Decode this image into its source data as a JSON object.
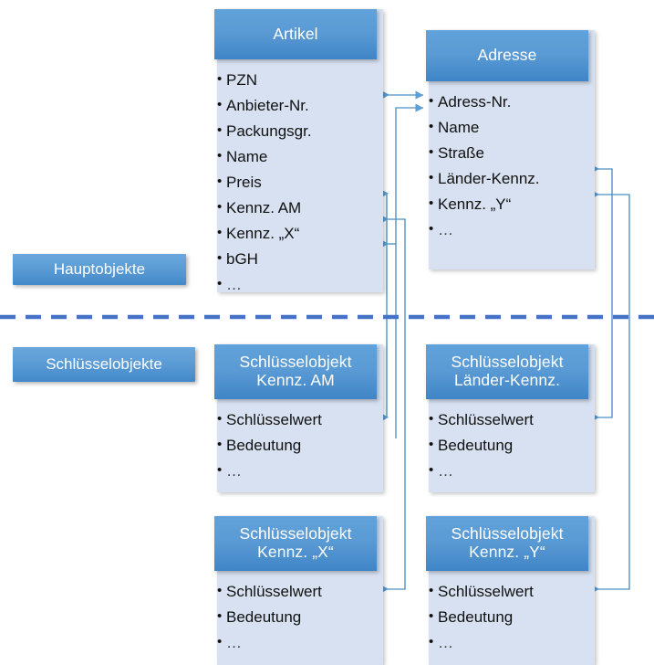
{
  "diagram": {
    "title": "Hauptobjekte und Schluesselobjekte Datenmodell",
    "colors": {
      "header_blue": "#5B9BD5",
      "body_fill": "#D7E1F1",
      "connector_blue": "#4A8FC4",
      "divider_blue": "#4472C4",
      "text_dark": "#111111",
      "text_light": "#FFFFFF",
      "background": "#FFFFFF"
    },
    "legend": [
      {
        "label": "Hauptobjekte",
        "name": "legend-hauptobjekte"
      },
      {
        "label": "Schlüsselobjekte",
        "name": "legend-schluesselobjekte"
      }
    ],
    "divider": {
      "style": "dashed",
      "orientation": "horizontal",
      "color": "#4472C4"
    },
    "entities": [
      {
        "id": "artikel",
        "title_lines": [
          "Artikel"
        ],
        "fields": [
          "PZN",
          "Anbieter-Nr.",
          "Packungsgr.",
          "Name",
          "Preis",
          "Kennz. AM",
          "Kennz. „X“",
          "bGH",
          "…"
        ]
      },
      {
        "id": "adresse",
        "title_lines": [
          "Adresse"
        ],
        "fields": [
          "Adress-Nr.",
          "Name",
          "Straße",
          "Länder-Kennz.",
          "Kennz. „Y“",
          "…"
        ]
      },
      {
        "id": "schluesselobjekt-kennz-am",
        "title_lines": [
          "Schlüsselobjekt",
          "Kennz. AM"
        ],
        "fields": [
          "Schlüsselwert",
          "Bedeutung",
          "…"
        ]
      },
      {
        "id": "schluesselobjekt-laender-kennz",
        "title_lines": [
          "Schlüsselobjekt",
          "Länder-Kennz."
        ],
        "fields": [
          "Schlüsselwert",
          "Bedeutung",
          "…"
        ]
      },
      {
        "id": "schluesselobjekt-kennz-x",
        "title_lines": [
          "Schlüsselobjekt",
          "Kennz. „X“"
        ],
        "fields": [
          "Schlüsselwert",
          "Bedeutung",
          "…"
        ]
      },
      {
        "id": "schluesselobjekt-kennz-y",
        "title_lines": [
          "Schlüsselobjekt",
          "Kennz. „Y“"
        ],
        "fields": [
          "Schlüsselwert",
          "Bedeutung",
          "…"
        ]
      }
    ],
    "connectors": [
      {
        "name": "connector-artikel-anbieternr-adresse-adressnr",
        "from": "Artikel.Anbieter-Nr.",
        "to": "Adresse.Adress-Nr.",
        "arrows": "both"
      },
      {
        "name": "connector-adresse-adressnr-artikel",
        "from": "Adresse.Adress-Nr.",
        "to": "Artikel",
        "arrows": "end"
      },
      {
        "name": "connector-artikel-kennzam-schluesselobjekt-am",
        "from": "Schlüsselobjekt Kennz. AM.Schlüsselwert",
        "to": "Artikel.Kennz. AM",
        "arrows": "both"
      },
      {
        "name": "connector-artikel-kennzx-schluesselobjekt-x",
        "from": "Schlüsselobjekt Kennz. „X“.Schlüsselwert",
        "to": "Artikel.Kennz. „X“",
        "arrows": "both"
      },
      {
        "name": "connector-artikel-bgh",
        "from": "Artikel.bGH",
        "to": "Adresse",
        "arrows": "start"
      },
      {
        "name": "connector-adresse-laenderkennz-schluesselobjekt-laender",
        "from": "Schlüsselobjekt Länder-Kennz..Schlüsselwert",
        "to": "Adresse.Länder-Kennz.",
        "arrows": "both"
      },
      {
        "name": "connector-adresse-kennzy-schluesselobjekt-y",
        "from": "Schlüsselobjekt Kennz. „Y“.Schlüsselwert",
        "to": "Adresse.Kennz. „Y“",
        "arrows": "both"
      }
    ]
  }
}
